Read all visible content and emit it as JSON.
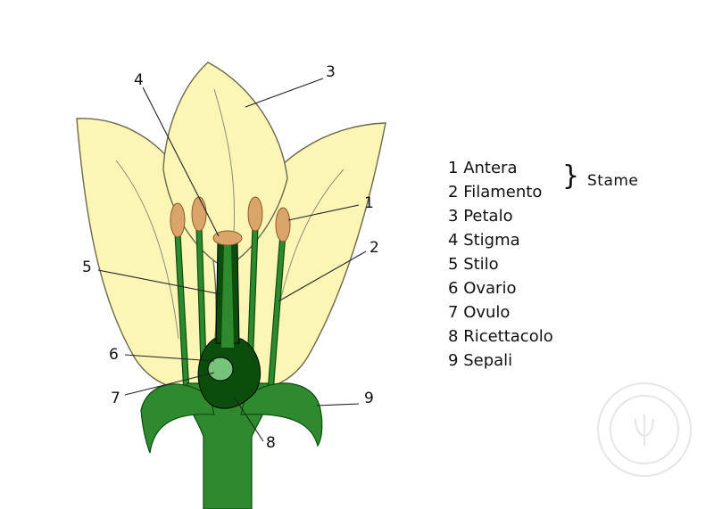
{
  "callouts": [
    "1",
    "2",
    "3",
    "4",
    "5",
    "6",
    "7",
    "8",
    "9"
  ],
  "legend": [
    {
      "num": "1",
      "name": "Antera"
    },
    {
      "num": "2",
      "name": "Filamento"
    },
    {
      "num": "3",
      "name": "Petalo"
    },
    {
      "num": "4",
      "name": "Stigma"
    },
    {
      "num": "5",
      "name": "Stilo"
    },
    {
      "num": "6",
      "name": "Ovario"
    },
    {
      "num": "7",
      "name": "Ovulo"
    },
    {
      "num": "8",
      "name": "Ricettacolo"
    },
    {
      "num": "9",
      "name": "Sepali"
    }
  ],
  "group": {
    "brace": "}",
    "label": "Stame"
  },
  "colors": {
    "petal": "#fbf6b6",
    "petal_outline": "#6a6a4a",
    "green": "#2f8a2f",
    "dark_green": "#0b4d0b",
    "anther": "#d9a56b",
    "ovule": "#76c47a"
  }
}
